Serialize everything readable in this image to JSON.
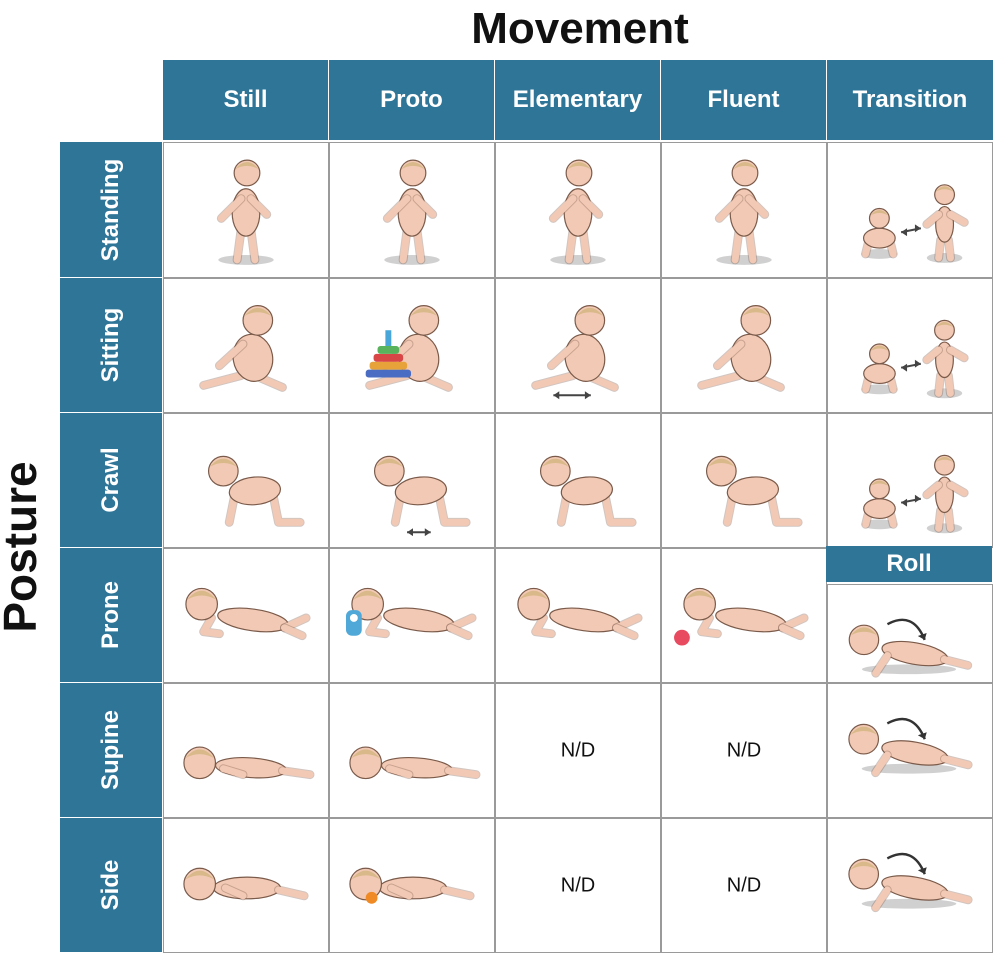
{
  "title": "Movement",
  "row_axis_title": "Posture",
  "columns": [
    "Still",
    "Proto",
    "Elementary",
    "Fluent",
    "Transition"
  ],
  "rows": [
    "Standing",
    "Sitting",
    "Crawl",
    "Prone",
    "Supine",
    "Side"
  ],
  "roll_label": "Roll",
  "nd_text": "N/D",
  "colors": {
    "header": "#2e7598",
    "skin": "#f2c9b4",
    "outline": "#7a5a4a",
    "hair": "#d9b98a"
  },
  "cells": [
    [
      "baby-standing-still-icon",
      "baby-standing-proto-icon",
      "baby-standing-elementary-icon",
      "baby-standing-fluent-icon",
      "baby-crawl-to-stand-icon"
    ],
    [
      "baby-sitting-still-icon",
      "baby-sitting-toy-icon",
      "baby-sitting-elementary-icon",
      "baby-sitting-fluent-icon",
      "baby-crawl-to-stand-icon"
    ],
    [
      "baby-crawl-still-icon",
      "baby-crawl-proto-icon",
      "baby-crawl-elementary-icon",
      "baby-crawl-fluent-icon",
      "baby-crawl-to-stand-icon"
    ],
    [
      "baby-prone-still-icon",
      "baby-prone-toy-icon",
      "baby-prone-elementary-icon",
      "baby-prone-ball-icon",
      "baby-roll-icon"
    ],
    [
      "baby-supine-still-icon",
      "baby-supine-proto-icon",
      "nd",
      "nd",
      "baby-roll-icon"
    ],
    [
      "baby-side-still-icon",
      "baby-side-proto-icon",
      "nd",
      "nd",
      "baby-roll-icon"
    ]
  ]
}
